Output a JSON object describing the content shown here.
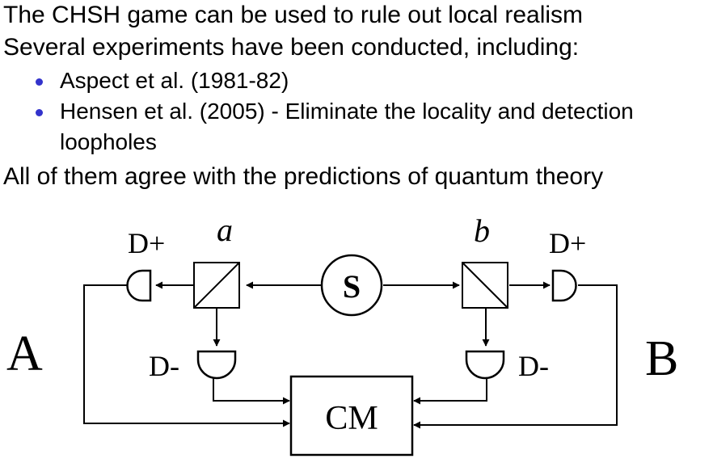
{
  "text": {
    "line1": "The CHSH game can be used to rule out local realism",
    "line2": "Several experiments have been conducted, including:",
    "bullets": [
      {
        "text": "Aspect et al. (1981-82)"
      },
      {
        "text": "Hensen et al. (2005) - Eliminate the locality and detection",
        "cont": "loopholes"
      }
    ],
    "line3": "All of them agree with the predictions of quantum theory"
  },
  "diagram": {
    "label_A": "A",
    "label_B": "B",
    "label_a": "a",
    "label_b": "b",
    "source": "S",
    "cm": "CM",
    "dplus_left": "D+",
    "dplus_right": "D+",
    "dminus_left": "D-",
    "dminus_right": "D-"
  },
  "colors": {
    "bullet": "#3333cc"
  }
}
